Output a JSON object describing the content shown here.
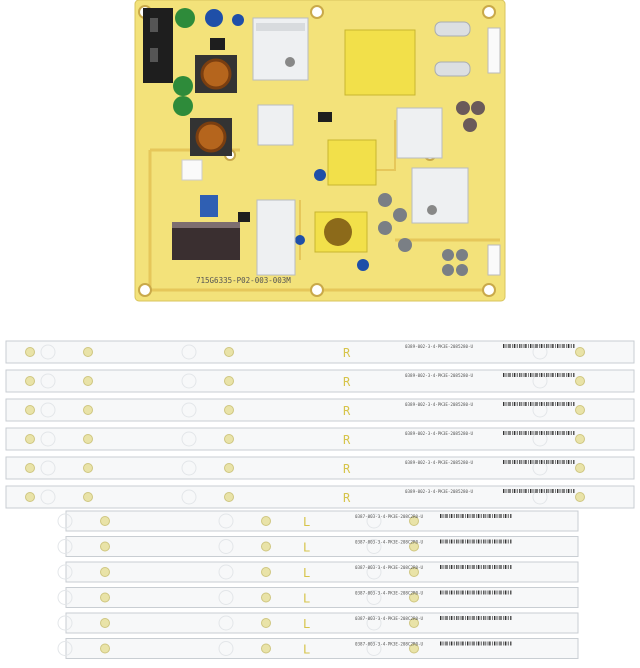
{
  "board": {
    "part_number": "715G6335-P02-003-003M",
    "pcb_color": "#f3e27a",
    "trace_color": "#e6c75a",
    "component_colors": {
      "green_cap": "#2e8b3a",
      "blue_cap": "#1f4fa8",
      "yellow_block": "#f2e04a",
      "heatsink": "#eef0f2",
      "coil_copper": "#b5651d",
      "black_part": "#1e1e1e",
      "electrolytic": "#6a5a5a"
    }
  },
  "led_strips": {
    "strip_color": "#f7f8f9",
    "led_color": "#e9e3a8",
    "group_r": {
      "letter": "R",
      "count": 6,
      "code": "0389-002-3-4-PK3E-2085280-U"
    },
    "group_l": {
      "letter": "L",
      "count": 6,
      "code": "0387-003-3-4-PK3E-208C2R0-U"
    }
  }
}
